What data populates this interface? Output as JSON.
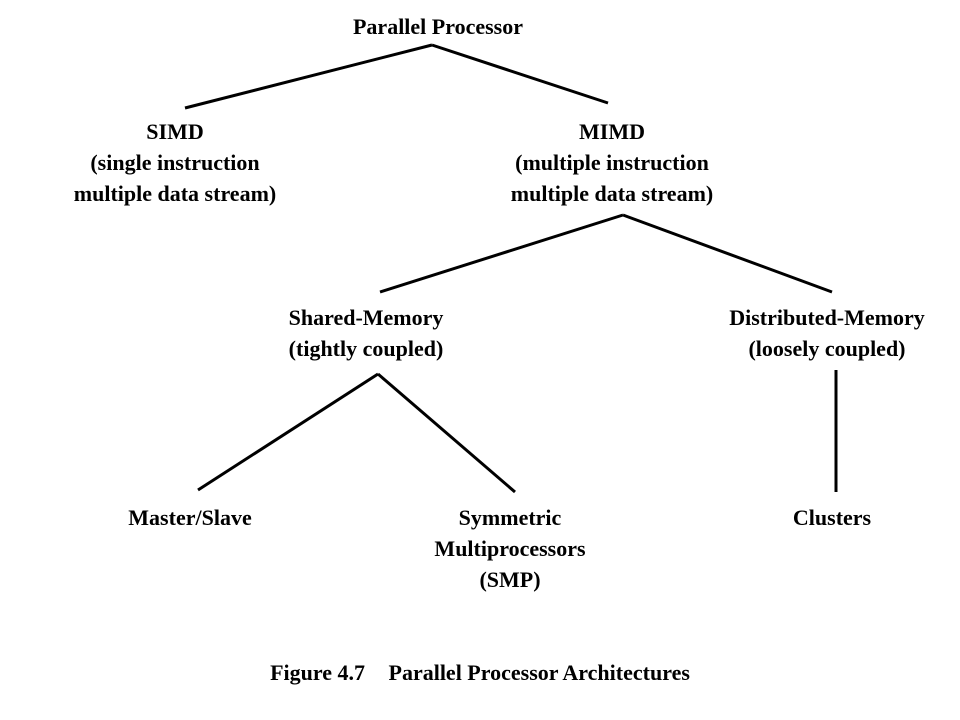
{
  "diagram": {
    "root": {
      "title": "Parallel Processor"
    },
    "simd": {
      "title": "SIMD",
      "line1": "(single instruction",
      "line2": "multiple data stream)"
    },
    "mimd": {
      "title": "MIMD",
      "line1": "(multiple instruction",
      "line2": "multiple data stream)"
    },
    "shared_memory": {
      "title": "Shared-Memory",
      "line1": "(tightly coupled)"
    },
    "distributed_memory": {
      "title": "Distributed-Memory",
      "line1": "(loosely coupled)"
    },
    "master_slave": {
      "title": "Master/Slave"
    },
    "smp": {
      "title": "Symmetric",
      "line1": "Multiprocessors",
      "line2": "(SMP)"
    },
    "clusters": {
      "title": "Clusters"
    }
  },
  "caption": {
    "figure_number": "Figure 4.7",
    "title": "Parallel Processor Architectures"
  }
}
